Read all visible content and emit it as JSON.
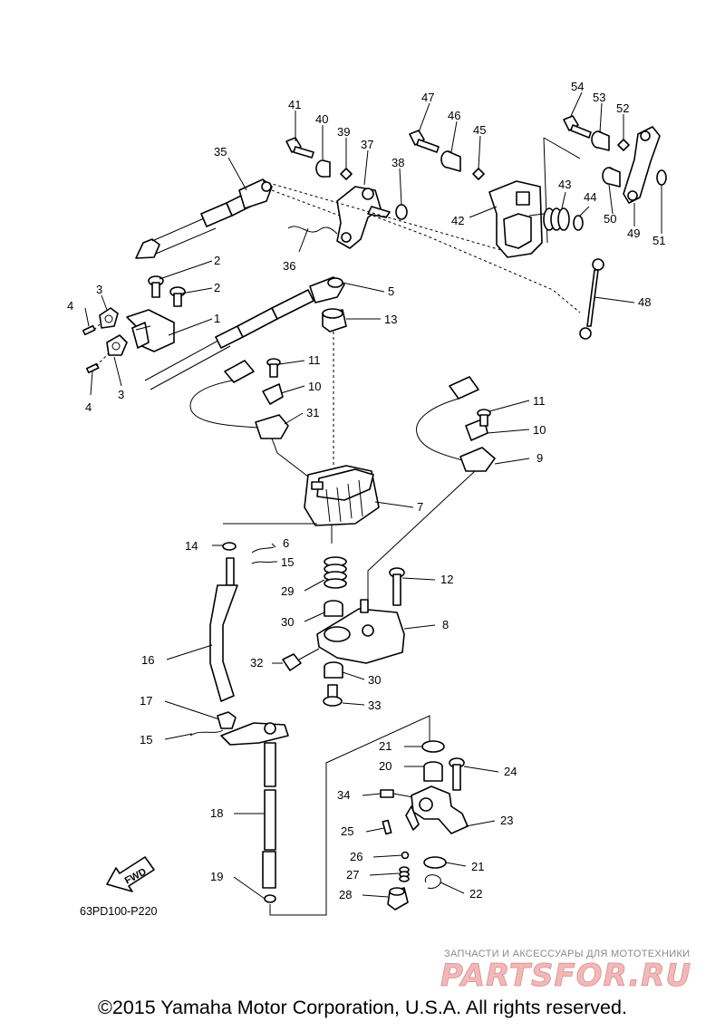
{
  "diagram": {
    "drawing_code": "63PD100-P220",
    "fwd_label": "FWD",
    "callouts": {
      "c1": "1",
      "c2a": "2",
      "c2b": "2",
      "c3a": "3",
      "c3b": "3",
      "c4a": "4",
      "c4b": "4",
      "c5": "5",
      "c6": "6",
      "c7": "7",
      "c8": "8",
      "c9": "9",
      "c10a": "10",
      "c10b": "10",
      "c11a": "11",
      "c11b": "11",
      "c12": "12",
      "c13": "13",
      "c14": "14",
      "c15a": "15",
      "c15b": "15",
      "c16": "16",
      "c17": "17",
      "c18": "18",
      "c19": "19",
      "c20": "20",
      "c21a": "21",
      "c21b": "21",
      "c22": "22",
      "c23": "23",
      "c24": "24",
      "c25": "25",
      "c26": "26",
      "c27": "27",
      "c28": "28",
      "c29": "29",
      "c30a": "30",
      "c30b": "30",
      "c31": "31",
      "c32": "32",
      "c33": "33",
      "c34": "34",
      "c35": "35",
      "c36": "36",
      "c37": "37",
      "c38": "38",
      "c39": "39",
      "c40": "40",
      "c41": "41",
      "c42": "42",
      "c43": "43",
      "c44": "44",
      "c45": "45",
      "c46": "46",
      "c47": "47",
      "c48": "48",
      "c49": "49",
      "c50": "50",
      "c51": "51",
      "c52": "52",
      "c53": "53",
      "c54": "54"
    }
  },
  "watermark": {
    "tagline": "ЗАПЧАСТИ И АКСЕССУАРЫ ДЛЯ МОТОТЕХНИКИ",
    "brand": "PARTSFOR.RU"
  },
  "footer": {
    "copyright": "©2015 Yamaha Motor Corporation, U.S.A. All rights reserved."
  }
}
